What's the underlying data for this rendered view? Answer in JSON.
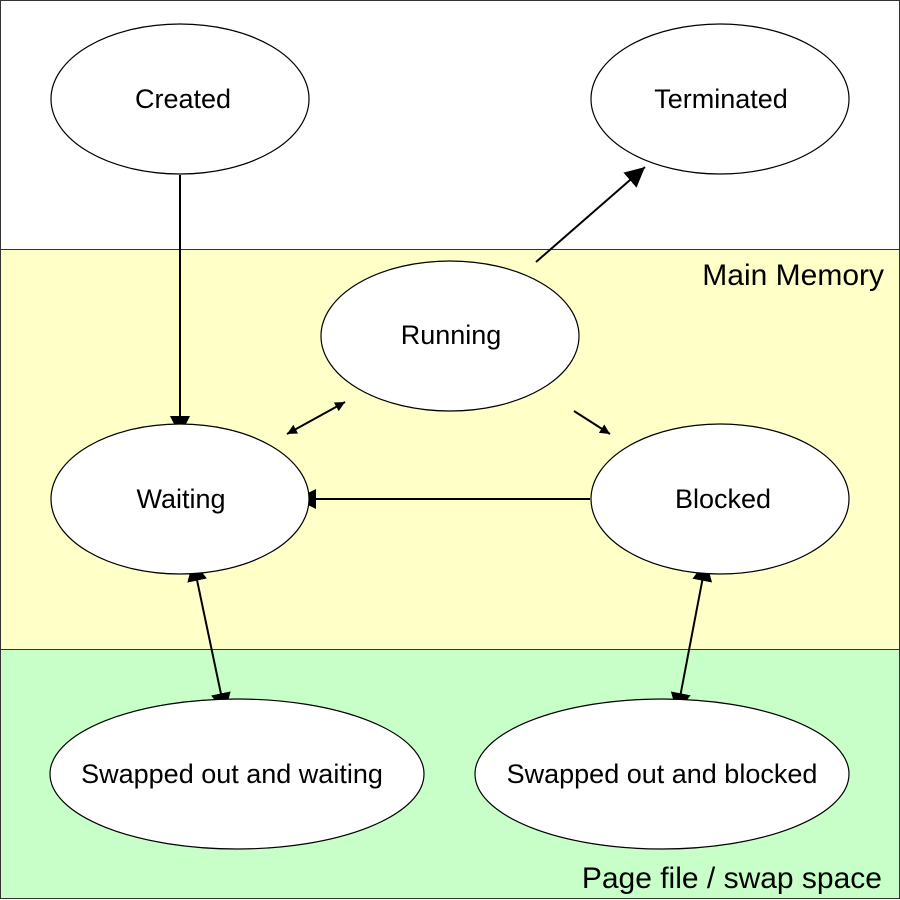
{
  "regions": {
    "main_memory": {
      "label": "Main Memory",
      "color": "#ffffc8"
    },
    "swap_space": {
      "label": "Page file / swap space",
      "color": "#c8ffc8"
    }
  },
  "states": {
    "created": "Created",
    "terminated": "Terminated",
    "running": "Running",
    "waiting": "Waiting",
    "blocked": "Blocked",
    "swapped_waiting": "Swapped out and waiting",
    "swapped_blocked": "Swapped out and blocked"
  },
  "transitions": [
    {
      "from": "Created",
      "to": "Waiting",
      "direction": "one-way"
    },
    {
      "from": "Running",
      "to": "Terminated",
      "direction": "one-way"
    },
    {
      "from": "Waiting",
      "to": "Running",
      "direction": "two-way"
    },
    {
      "from": "Running",
      "to": "Blocked",
      "direction": "one-way"
    },
    {
      "from": "Blocked",
      "to": "Waiting",
      "direction": "one-way"
    },
    {
      "from": "Waiting",
      "to": "Swapped out and waiting",
      "direction": "two-way"
    },
    {
      "from": "Blocked",
      "to": "Swapped out and blocked",
      "direction": "two-way"
    }
  ]
}
